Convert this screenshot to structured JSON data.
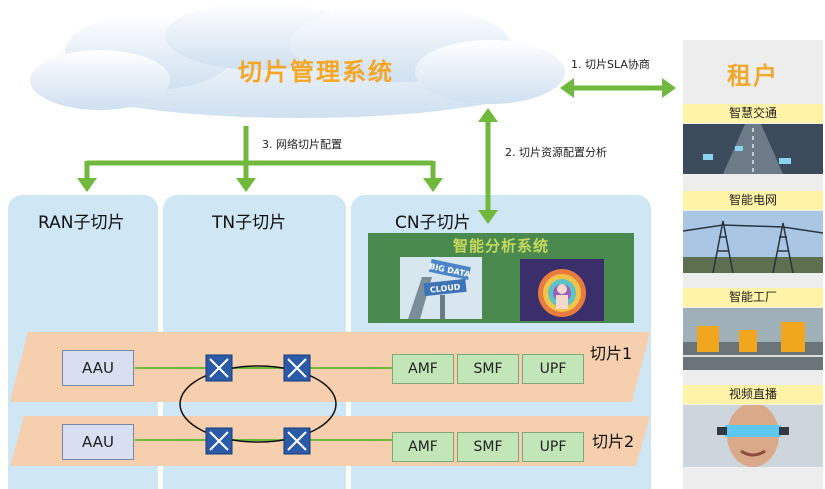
{
  "management": {
    "title": "切片管理系统"
  },
  "arrows": {
    "sla": "1. 切片SLA协商",
    "resource": "2. 切片资源配置分析",
    "network": "3. 网络切片配置"
  },
  "domains": {
    "ran": "RAN子切片",
    "tn": "TN子切片",
    "cn": "CN子切片"
  },
  "analytics": {
    "title": "智能分析系统",
    "big_data": "BIG DATA",
    "cloud": "CLOUD"
  },
  "tenants": {
    "title": "租户",
    "items": [
      {
        "label": "智慧交通",
        "icon": "traffic-photo"
      },
      {
        "label": "智能电网",
        "icon": "power-grid-photo"
      },
      {
        "label": "智能工厂",
        "icon": "factory-photo"
      },
      {
        "label": "视频直播",
        "icon": "video-live-photo"
      }
    ]
  },
  "slices": [
    {
      "label": "切片1",
      "aau": "AAU",
      "functions": [
        "AMF",
        "SMF",
        "UPF"
      ]
    },
    {
      "label": "切片2",
      "aau": "AAU",
      "functions": [
        "AMF",
        "SMF",
        "UPF"
      ]
    }
  ],
  "colors": {
    "arrow_green": "#71b93c",
    "cloud_title": "#f6a623",
    "panel_blue": "#cfe6f4",
    "slice_band": "#f5cfae",
    "tenant_title": "#f0a830",
    "nf_green": "#c3e6b9",
    "aau_blue": "#d7dff0",
    "router_blue": "#2a5aa8",
    "ai_green": "#4a8a4f"
  }
}
